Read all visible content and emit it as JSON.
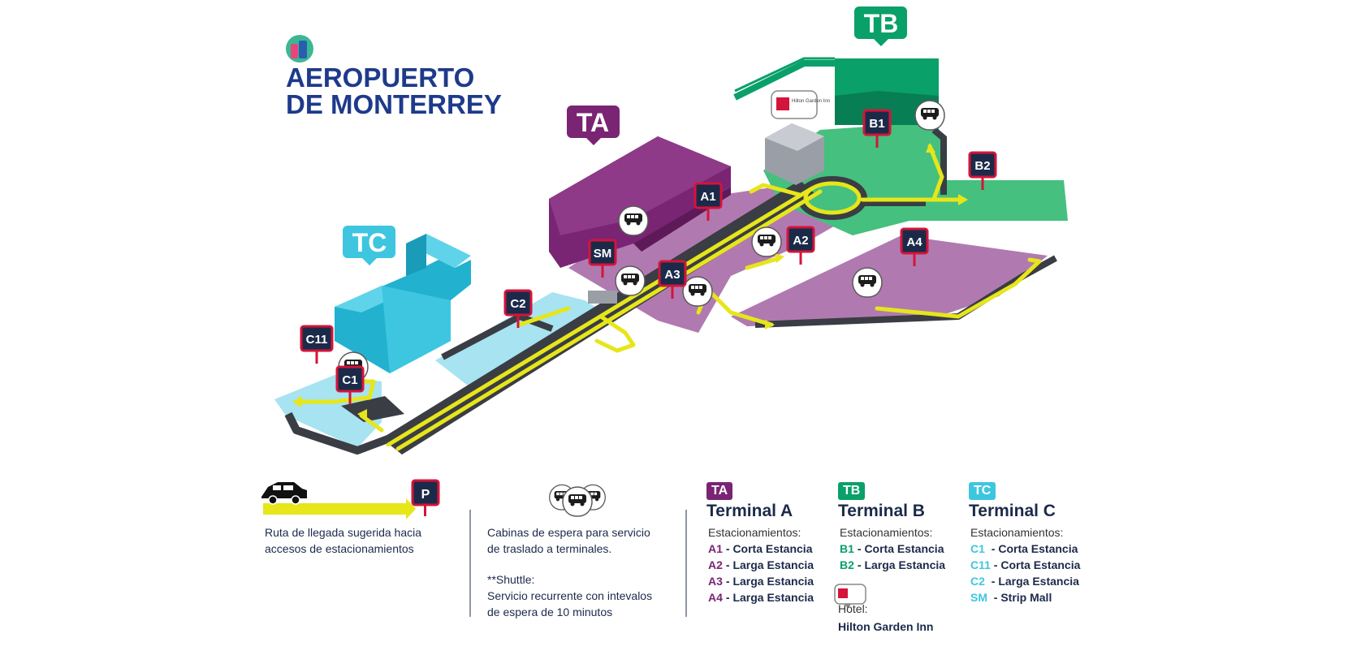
{
  "logo": {
    "line1": "AEROPUERTO",
    "line2": "DE MONTERREY"
  },
  "colors": {
    "terminal_a": "#7a2474",
    "terminal_b": "#0aa06a",
    "terminal_c": "#3ec6e0",
    "lot_a": "#b07ab0",
    "lot_b": "#45c07e",
    "lot_c": "#a7e3f1",
    "route": "#e6e61a",
    "road": "#3a3d44",
    "navy": "#1c2a4a",
    "pin_border": "#d4143a"
  },
  "map": {
    "terminals": [
      {
        "id": "TA",
        "label": "TA"
      },
      {
        "id": "TB",
        "label": "TB"
      },
      {
        "id": "TC",
        "label": "TC"
      }
    ],
    "parking_pins": [
      "B1",
      "B2",
      "A1",
      "A2",
      "A3",
      "A4",
      "SM",
      "C2",
      "C11",
      "C1"
    ],
    "hotel_sign": "Hilton Garden Inn"
  },
  "legend": {
    "route": {
      "pin": "P",
      "text_line1": "Ruta de llegada sugerida hacia",
      "text_line2": "accesos de estacionamientos"
    },
    "shuttle": {
      "line1": "Cabinas de espera para servicio",
      "line2": "de traslado a terminales.",
      "line3": "**Shuttle:",
      "line4": "Servicio recurrente con intevalos",
      "line5": "de espera de 10 minutos"
    },
    "terminals": [
      {
        "badge": "TA",
        "title": "Terminal A",
        "lots_label": "Estacionamientos:",
        "lots": [
          {
            "code": "A1",
            "desc": " - Corta Estancia"
          },
          {
            "code": "A2",
            "desc": " - Larga Estancia"
          },
          {
            "code": "A3",
            "desc": " - Larga Estancia"
          },
          {
            "code": "A4",
            "desc": " - Larga Estancia"
          }
        ]
      },
      {
        "badge": "TB",
        "title": "Terminal B",
        "lots_label": "Estacionamientos:",
        "lots": [
          {
            "code": "B1",
            "desc": " - Corta Estancia"
          },
          {
            "code": "B2",
            "desc": " - Larga Estancia"
          }
        ],
        "hotel_label": "Hotel:",
        "hotel_name": "Hilton Garden Inn"
      },
      {
        "badge": "TC",
        "title": "Terminal C",
        "lots_label": "Estacionamientos:",
        "lots": [
          {
            "code": "C1",
            "desc": "  - Corta Estancia"
          },
          {
            "code": "C11",
            "desc": " - Corta Estancia"
          },
          {
            "code": "C2",
            "desc": "  - Larga Estancia"
          },
          {
            "code": "SM",
            "desc": "  - Strip Mall"
          }
        ]
      }
    ]
  }
}
